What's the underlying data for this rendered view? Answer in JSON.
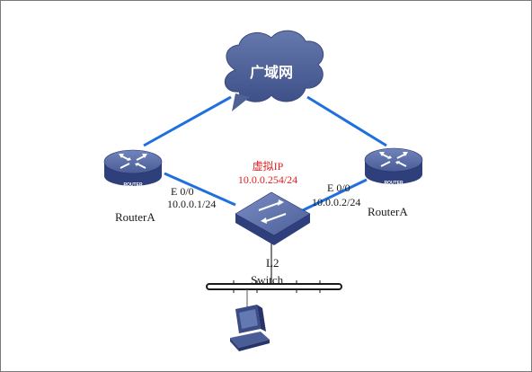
{
  "colors": {
    "link": "#1f6fe0",
    "device_body": "#2f3f7c",
    "device_top": "#5f73ad",
    "cloud": "#4e6296",
    "virtual_ip_text": "#e02020"
  },
  "cloud": {
    "label": "广域网",
    "icon": "cloud-icon"
  },
  "virtual_ip": {
    "title": "虚拟IP",
    "address": "10.0.0.254/24"
  },
  "router_left": {
    "name": "RouterA",
    "badge": "ROUTER",
    "interface": "E 0/0",
    "ip": "10.0.0.1/24",
    "icon": "router-icon"
  },
  "router_right": {
    "name": "RouterA",
    "badge": "ROUTER",
    "interface": "E 0/0",
    "ip": "10.0.0.2/24",
    "icon": "router-icon"
  },
  "switch": {
    "line1": "L2",
    "line2": "Switch",
    "icon": "switch-icon"
  },
  "host": {
    "icon": "computer-icon"
  }
}
